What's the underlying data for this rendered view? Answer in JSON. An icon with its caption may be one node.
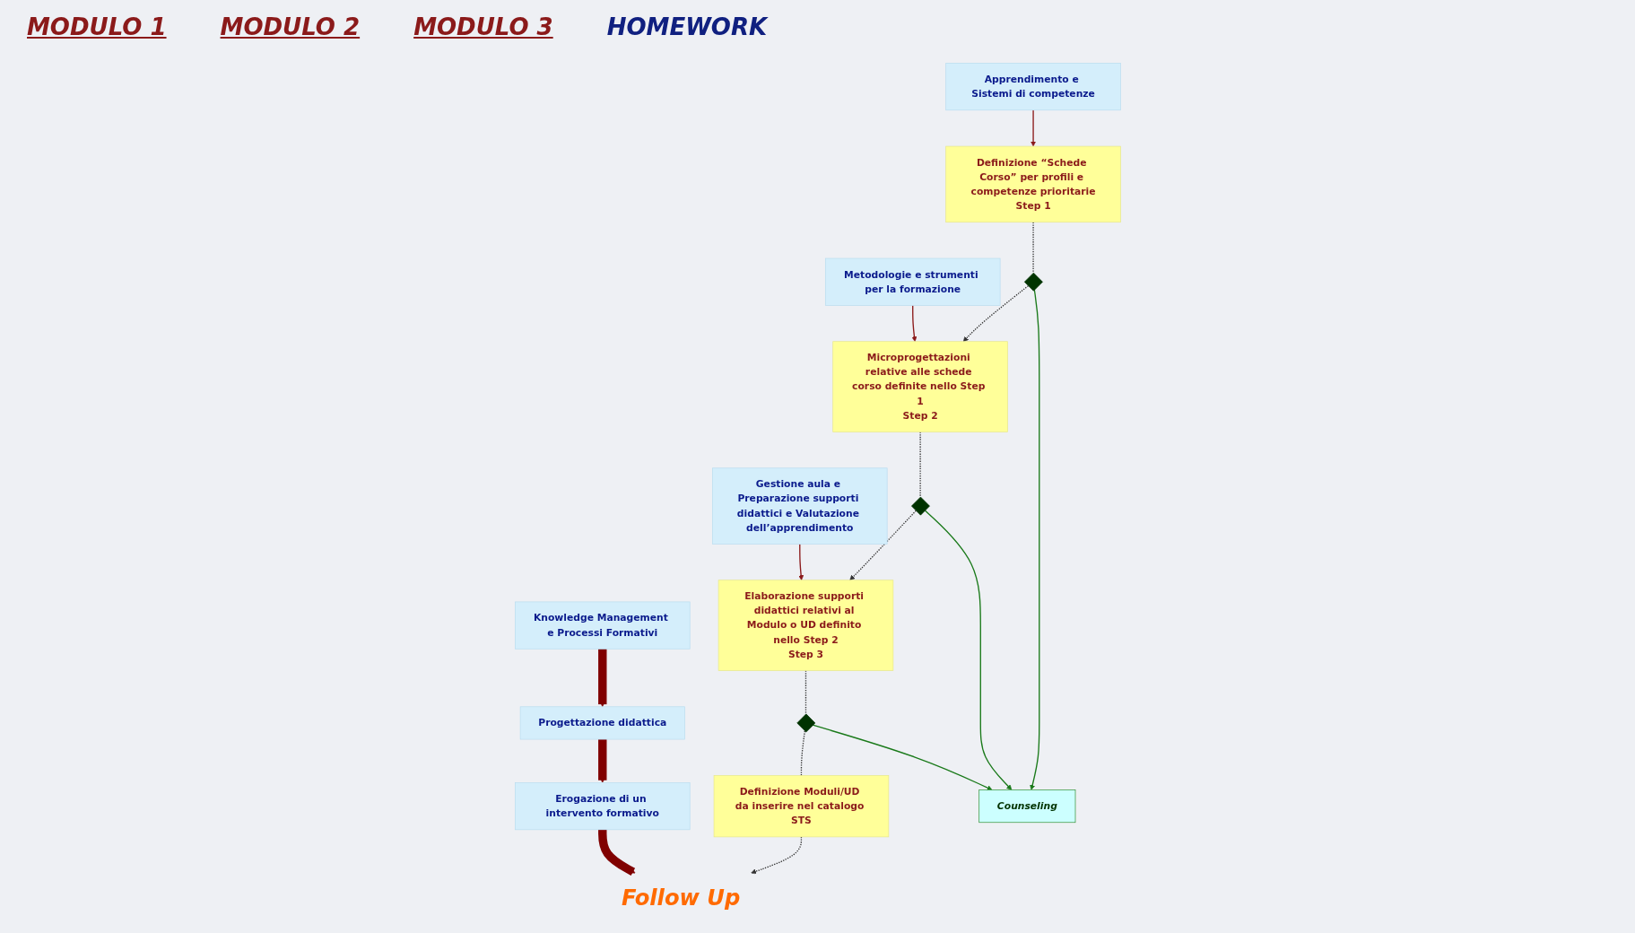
{
  "diagram": {
    "nodes": [
      {
        "text": [
          "Knowledge Management e Processi Formativi"
        ]
      },
      {
        "text": [
          "Apprendimento e Sistemi di competenze"
        ]
      },
      {
        "text": [
          "Progettazione didattica"
        ]
      },
      {
        "text": [
          "Metodologie e strumenti per la formazione"
        ]
      },
      {
        "text": [
          "Erogazione di un intervento formativo"
        ]
      },
      {
        "text": [
          "Gestione aula e Preparazione supporti didattici e Valutazione dell’apprendimento"
        ]
      },
      {
        "text": [
          "Follow Up"
        ]
      },
      {
        "text": [
          "Definizione “Schede Corso” per profili e competenze prioritarie",
          "Step 1"
        ]
      },
      {
        "text": [],
        "shape": "diamond"
      },
      {
        "text": [
          "Microprogettazioni relative alle schede corso definite nello Step 1",
          "Step 2"
        ]
      },
      {
        "text": [],
        "shape": "diamond"
      },
      {
        "text": [
          "Elaborazione supporti didattici relativi al Modulo o UD definito nello Step 2",
          "Step 3"
        ]
      },
      {
        "text": [],
        "shape": "diamond"
      },
      {
        "text": [
          "Definizione Moduli/UD da inserire nel catalogo STS"
        ]
      },
      {
        "text": [
          "Counseling"
        ]
      }
    ],
    "edges": [
      {
        "from": 0,
        "to": 2,
        "arrow": "to",
        "style": "thick",
        "color": "#800000"
      },
      {
        "from": 2,
        "to": 4,
        "arrow": "to",
        "style": "thick",
        "color": "#800000"
      },
      {
        "from": 4,
        "to": 6,
        "arrow": "to",
        "style": "thick",
        "color": "#800000"
      },
      {
        "from": 1,
        "to": 7,
        "arrow": "to",
        "color": "#8b1a1a"
      },
      {
        "from": 3,
        "to": 9,
        "arrow": "to",
        "color": "#8b1a1a"
      },
      {
        "from": 5,
        "to": 11,
        "arrow": "to",
        "color": "#8b1a1a"
      },
      {
        "from": 7,
        "to": 8,
        "arrow": "none",
        "style": "dashed"
      },
      {
        "from": 8,
        "to": 9,
        "arrow": "to",
        "style": "dashed"
      },
      {
        "from": 9,
        "to": 10,
        "arrow": "none",
        "style": "dashed"
      },
      {
        "from": 10,
        "to": 11,
        "arrow": "to",
        "style": "dashed"
      },
      {
        "from": 11,
        "to": 12,
        "arrow": "none",
        "style": "dashed"
      },
      {
        "from": 12,
        "to": 13,
        "arrow": "none",
        "style": "dashed"
      },
      {
        "from": 13,
        "to": 6,
        "arrow": "to",
        "style": "dashed"
      },
      {
        "from": 8,
        "to": 14,
        "arrow": "to",
        "color": "#1a7a1a"
      },
      {
        "from": 10,
        "to": 14,
        "arrow": "to",
        "color": "#1a7a1a"
      },
      {
        "from": 12,
        "to": 14,
        "arrow": "to",
        "color": "#1a7a1a"
      }
    ],
    "labels": [
      "MODULO 1",
      "MODULO 2",
      "MODULO 3",
      "HOMEWORK"
    ]
  }
}
